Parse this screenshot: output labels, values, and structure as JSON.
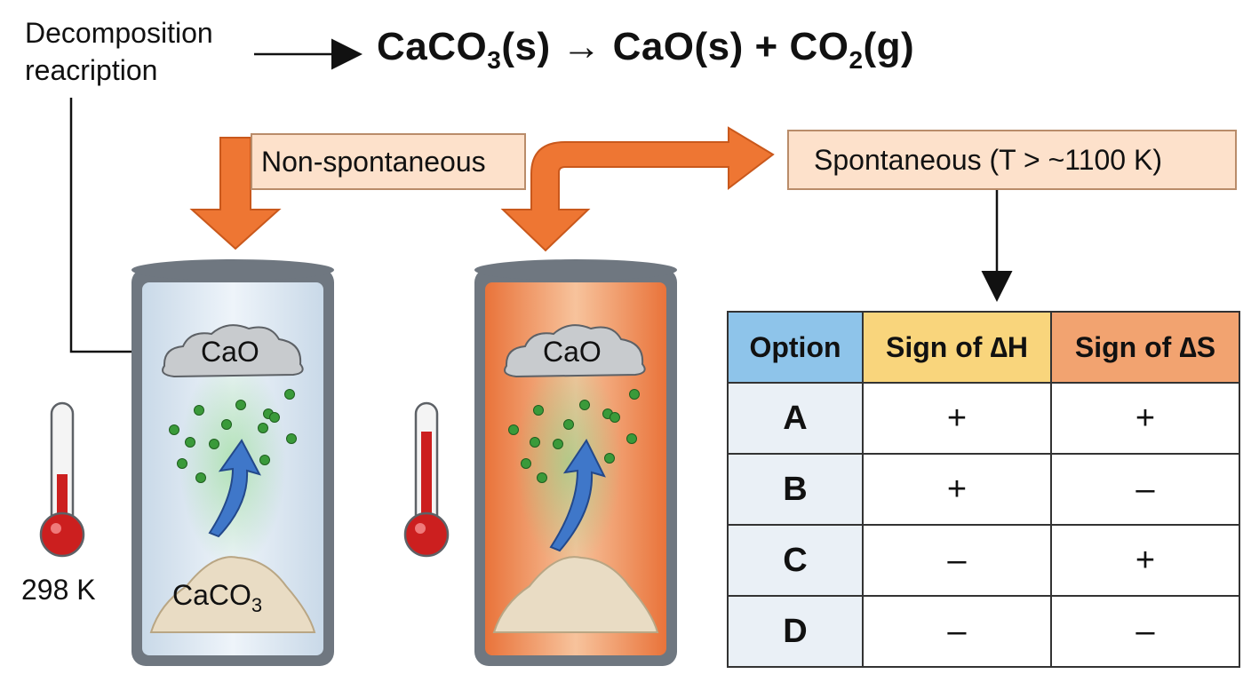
{
  "header": {
    "side_label_line1": "Decomposition",
    "side_label_line2": "reacription",
    "equation": {
      "reactant": "CaCO",
      "reactant_sub": "3",
      "reactant_state": "(s)",
      "arrow": " → ",
      "product1": "CaO(s) + CO",
      "product2_sub": "2",
      "product2_state": "(g)"
    }
  },
  "callouts": {
    "left": "Non-spontaneous",
    "right": "Spontaneous (T > ~1100 K)"
  },
  "left_beaker": {
    "top_label": "CaO",
    "bottom_label": "CaCO",
    "bottom_label_sub": "3",
    "temperature": "298 K"
  },
  "right_beaker": {
    "top_label": "CaO"
  },
  "table": {
    "headers": [
      "Option",
      "Sign of ∆H",
      "Sign of ∆S"
    ],
    "rows": [
      {
        "option": "A",
        "dH": "+",
        "dS": "+"
      },
      {
        "option": "B",
        "dH": "+",
        "dS": "–"
      },
      {
        "option": "C",
        "dH": "–",
        "dS": "+"
      },
      {
        "option": "D",
        "dH": "–",
        "dS": "–"
      }
    ]
  },
  "colors": {
    "arrow_orange": "#ee7633",
    "callout_fill": "#fde1cb",
    "gas_particles": "#3a9a3a",
    "flow_arrow": "#3f77c9",
    "thermometer_red": "#cc1f1f",
    "hot_beaker": "#ef8c55"
  }
}
